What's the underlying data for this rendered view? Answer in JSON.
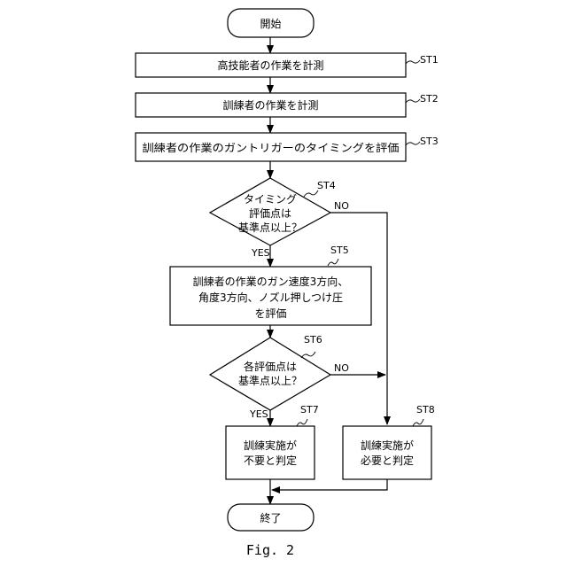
{
  "nodes": {
    "start": "開始",
    "st1": "高技能者の作業を計測",
    "st2": "訓練者の作業を計測",
    "st3": "訓練者の作業のガントリガーのタイミングを評価",
    "st4": [
      "タイミング",
      "評価点は",
      "基準点以上？"
    ],
    "st5": [
      "訓練者の作業のガン速度3方向、",
      "角度3方向、ノズル押しつけ圧",
      "を評価"
    ],
    "st6": [
      "各評価点は",
      "基準点以上？"
    ],
    "st7": [
      "訓練実施が",
      "不要と判定"
    ],
    "st8": [
      "訓練実施が",
      "必要と判定"
    ],
    "end": "終了"
  },
  "tags": {
    "st1": "ST1",
    "st2": "ST2",
    "st3": "ST3",
    "st4": "ST4",
    "st5": "ST5",
    "st6": "ST6",
    "st7": "ST7",
    "st8": "ST8"
  },
  "branches": {
    "st4_no": "NO",
    "st4_yes": "YES",
    "st6_no": "NO",
    "st6_yes": "YES"
  },
  "caption": "Fig. 2"
}
